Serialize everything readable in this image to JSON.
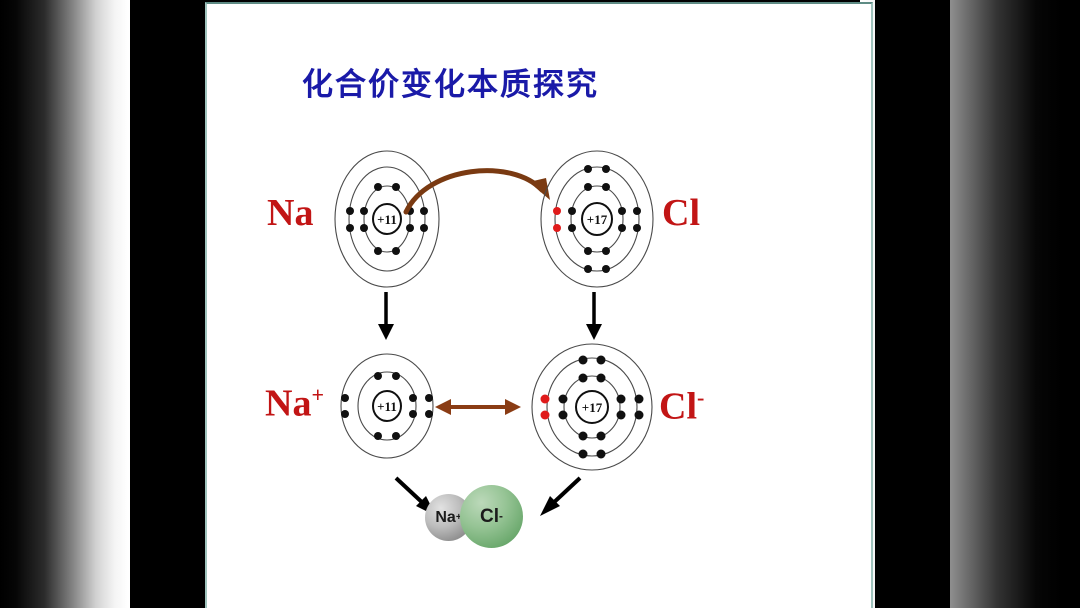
{
  "slide": {
    "title": "化合价变化本质探究",
    "title_color": "#1a1aa8",
    "background": "#ffffff"
  },
  "labels": {
    "na_atom": "Na",
    "cl_atom": "Cl",
    "na_ion": "Na",
    "na_ion_charge": "+",
    "cl_ion": "Cl",
    "cl_ion_charge": "-",
    "sphere_na": "Na",
    "sphere_na_charge": "+",
    "sphere_cl": "Cl",
    "sphere_cl_charge": "-"
  },
  "nuclei": {
    "sodium": "+11",
    "chlorine": "+17"
  },
  "colors": {
    "element_label": "#c21515",
    "title": "#1a1aa8",
    "transfer_arrow": "#7a3a12",
    "equilibrium_arrow": "#8a3c14",
    "down_arrow": "#000000",
    "transferred_electron": "#e01b1b",
    "electron": "#101010",
    "shell_stroke": "#4a4a4a",
    "sphere_na": "#bdbdbd",
    "sphere_cl": "#8fbc8f"
  },
  "chart_data": {
    "type": "diagram",
    "title": "化合价变化本质探究",
    "description": "Electron transfer diagram showing sodium atom donating one electron to a chlorine atom, forming Na+ and Cl- ions which combine into NaCl.",
    "atoms": [
      {
        "id": "na-atom",
        "symbol": "Na",
        "nucleus": "+11",
        "shells": 3,
        "shell_electrons": [
          2,
          8,
          1
        ],
        "position": "top-left"
      },
      {
        "id": "cl-atom",
        "symbol": "Cl",
        "nucleus": "+17",
        "shells": 3,
        "shell_electrons": [
          2,
          8,
          7
        ],
        "position": "top-right"
      },
      {
        "id": "na-ion",
        "symbol": "Na+",
        "nucleus": "+11",
        "shells": 2,
        "shell_electrons": [
          2,
          8
        ],
        "position": "bottom-left"
      },
      {
        "id": "cl-ion",
        "symbol": "Cl-",
        "nucleus": "+17",
        "shells": 3,
        "shell_electrons": [
          2,
          8,
          8
        ],
        "position": "bottom-right"
      }
    ],
    "arrows": [
      {
        "id": "electron-transfer",
        "from": "na-atom",
        "to": "cl-atom",
        "style": "curved",
        "color": "#7a3a12"
      },
      {
        "id": "na-to-na-ion",
        "from": "na-atom",
        "to": "na-ion",
        "style": "straight-down",
        "color": "#000000"
      },
      {
        "id": "cl-to-cl-ion",
        "from": "cl-atom",
        "to": "cl-ion",
        "style": "straight-down",
        "color": "#000000"
      },
      {
        "id": "ionic-attraction",
        "from": "na-ion",
        "to": "cl-ion",
        "style": "double-headed",
        "color": "#8a3c14"
      },
      {
        "id": "na-ion-to-compound",
        "from": "na-ion",
        "to": "nacl",
        "style": "diagonal",
        "color": "#000000"
      },
      {
        "id": "cl-ion-to-compound",
        "from": "cl-ion",
        "to": "nacl",
        "style": "diagonal",
        "color": "#000000"
      }
    ],
    "compound": {
      "id": "nacl",
      "parts": [
        "Na+",
        "Cl-"
      ],
      "na_color": "#bdbdbd",
      "cl_color": "#8fbc8f"
    }
  }
}
